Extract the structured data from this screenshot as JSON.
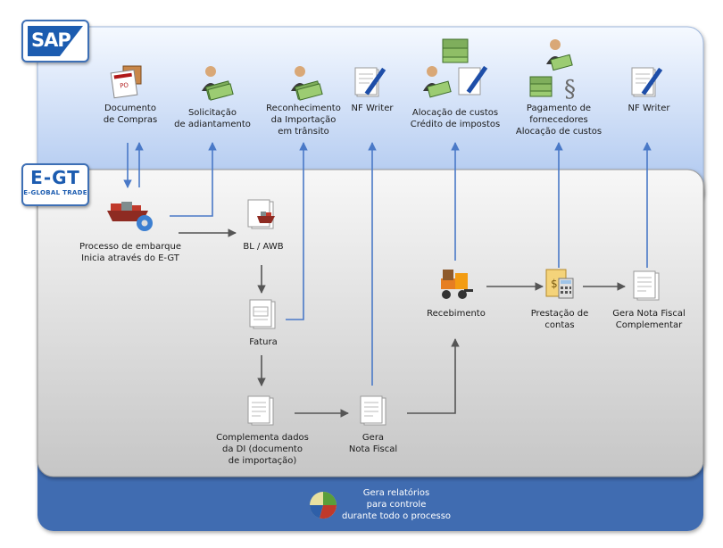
{
  "brands": {
    "sap": "SAP",
    "egt_main": "E-GT",
    "egt_sub": "E-GLOBAL TRADE"
  },
  "colors": {
    "sap_band_top": "#f4f8fe",
    "sap_band_bottom": "#a9c4ef",
    "egt_panel_top": "#f6f6f6",
    "egt_panel_bottom": "#c9c9c9",
    "footer_blue": "#3e6bb0",
    "arrow_blue": "#4a79c7",
    "arrow_gray": "#555555",
    "sap_logo": "#1c5cb0"
  },
  "nodes": {
    "documento_compras": {
      "label": [
        "Documento",
        "de Compras"
      ],
      "icon": "purchase-order-icon"
    },
    "solicitacao": {
      "label": [
        "Solicitação",
        "de adiantamento"
      ],
      "icon": "person-money-icon"
    },
    "reconhecimento": {
      "label": [
        "Reconhecimento",
        "da Importação",
        "em trânsito"
      ],
      "icon": "person-money-icon"
    },
    "nf_writer_1": {
      "label": [
        "NF Writer"
      ],
      "icon": "document-pen-icon"
    },
    "alocacao_custos": {
      "label": [
        "Alocação de custos",
        "Crédito de impostos"
      ],
      "icon": "person-money-pen-icon"
    },
    "pagamento": {
      "label": [
        "Pagamento de",
        "fornecedores",
        "Alocação de custos"
      ],
      "icon": "person-money-section-icon"
    },
    "nf_writer_2": {
      "label": [
        "NF Writer"
      ],
      "icon": "document-pen-icon"
    },
    "processo_embarque": {
      "label": [
        "Processo de embarque",
        "Inicia através do E-GT"
      ],
      "icon": "ship-gear-icon"
    },
    "bl_awb": {
      "label": [
        "BL / AWB"
      ],
      "icon": "document-ship-icon"
    },
    "fatura": {
      "label": [
        "Fatura"
      ],
      "icon": "invoice-icon"
    },
    "complementa_di": {
      "label": [
        "Complementa dados",
        "da DI (documento",
        "de importação)"
      ],
      "icon": "document-icon"
    },
    "gera_nota_fiscal": {
      "label": [
        "Gera",
        "Nota Fiscal"
      ],
      "icon": "document-icon"
    },
    "recebimento": {
      "label": [
        "Recebimento"
      ],
      "icon": "forklift-icon"
    },
    "prestacao_contas": {
      "label": [
        "Prestação de",
        "contas"
      ],
      "icon": "folder-calculator-icon"
    },
    "gera_nf_complementar": {
      "label": [
        "Gera Nota Fiscal",
        "Complementar"
      ],
      "icon": "document-icon"
    },
    "relatorios": {
      "label": [
        "Gera relatórios",
        "para controle",
        "durante todo o processo"
      ],
      "icon": "pie-chart-icon"
    }
  }
}
